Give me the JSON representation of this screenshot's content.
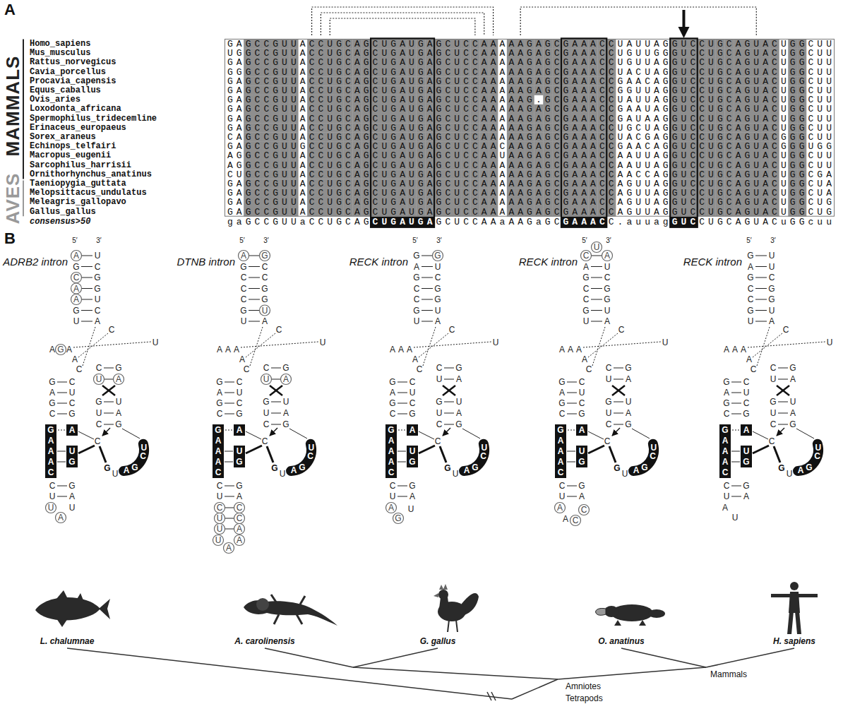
{
  "diagram": {
    "labels": [
      "A",
      "MAMMALS",
      "AVES",
      "Homo_sapiens",
      "GAGCCGUUACCUGCAGCUGAUGAGCUCCAAAAAGAGCGAAACCUAUUAGGUCCUGCAGUACUGGCUU",
      "Mus_musculus",
      "UGGCCGUUACCUGCAGCUGAUGAGCUCCAAAAAGAGCGAAACCUGUUGGGUCCUGCAGUACUGGCUU",
      "Rattus_norvegicus",
      "GAGCCGUUACCUGCAGCUGAUGAGCUCCAAAAAGAGCGAAACCUGUUAGGUCCUGCAGUACUGGCUU",
      "Cavia_porcellus",
      "GGGCCGUUACCUGCAGCUGAUGAGCUCCAAAAAGAGCGAAACCUACUAGGUCCUGCAGUACUGGCUU",
      "Procavia_capensis",
      "GAGCCGUUACCUGCAGCUGAUGAGCUCCAAAAAGAGCGAAACCGAACAGGUCCUGCAGUACUGGCUU",
      "Equus_caballus",
      "GAGCCGUUACCUGCAGCUGAUGAGCUCCAAAAAGAGCGAAACCGGUUAGGUCCUGCAGUACUGGCUU",
      "Ovis_aries",
      "GAGCCGUUACCUGCAGCUGAUGAGCUCCAAAAAG.GCGAAACCUAUUAGGUCCUGCAGUACUGGCUU",
      "Loxodonta_africana",
      "GAGCCGUUACCUGCAGCUGAUGAGCUCCAAAAAGAGCGAAACCGAAUAGGUCCUGCAGUACUGGCUU",
      "Spermophilus_tridecemline",
      "GAGCCGUUACCUGCAGCUGAUGAGCUCCAAAAAGAGCGAAACCGAUAAGGUCCUGCAGUACUGGCUU",
      "Erinaceus_europaeus",
      "GAGCCGUUACCUGCAGCUGAUGAGCUCCAAAAAGAGCGAAACCUGCUAGGUCCUGCAGUACUGGCUU",
      "Sorex_araneus",
      "CAGCCGUUACCUGCAGCUGAUGAGCUCCAAAAAGAGCGAAACCUACGAGGUCCUGCAGUACGGGCUU",
      "Echinops_telfairi",
      "GAGCCGUUGCCUGCAGCUGAUGAGCUCCAACAAGAGCGAAACCGAACAGGUCCUGCAGUACGGGUGG",
      "Macropus_eugenii",
      "AGGCCGUUACCUGCAGCUGAUGAGCUCCAAUAAGAGCGAAACCAAUUAGGUCCUGCAGUACUGGCUU",
      "Sarcophilus_harrisii",
      "AGGCCGUUACCUGCAGCUGAUGAGCUCCAAAAAGAGCGAAACCAAUUAGGUCCUGCAGUACUGGCUU",
      "Ornithorhynchus_anatinus",
      "CUGCCGUUACCUGCAGCUGAUGAGCUCCAAAAAGAGCGAAACCAACCAGGUCCUGCAGUACUGGCGA",
      "Taeniopygia_guttata",
      "GAGCCGUUACCUGCAGCUGAUGAGCUCCAAAAAGAGCGAAACCAGUUAGGUCCUGCAGUACUGGCUA",
      "Melopsittacus_undulatus",
      "GAGCCGUUACCUGCAGCUGAUGAGCUCCAAAAAGAGCGAAACCAGUUAGGUCCUGCAGUACUGGCUA",
      "Meleagris_gallopavo",
      "GAGCCGUUACCUGCAGCUGAUGAGCUCCAAAAAGAGCGAAACCAGUUAGGUCCUGCAGUACUGGCUG",
      "Gallus_gallus",
      "GAGCCGUUACCUGCAGCUGAUGAGCUCCAAAAAGAGCGAAACCAGUUAGGUCCUGCAGUACUGGCUG",
      "consensus>50",
      "gaGCCGUUaCCUGCAG",
      "CUGAUGA",
      "GCUCCAAaAAGaGC",
      "GAAAC",
      "C.auuag",
      "GUC",
      "CUGCAGUACuGGcuu",
      "B",
      "ADRB2 intron",
      "5′",
      "3′",
      "A",
      "U",
      "G",
      "C",
      "C",
      "G",
      "A",
      "G",
      "A",
      "U",
      "G",
      "C",
      "U",
      "A",
      "C",
      "U",
      "A",
      "G",
      "A",
      "A",
      "C",
      "C",
      "G",
      "U",
      "A",
      "G",
      "U",
      "U",
      "A",
      "C",
      "G",
      "G",
      "C",
      "A",
      "U",
      "G",
      "C",
      "C",
      "G",
      "C",
      "G",
      "A",
      "A",
      "A",
      "C",
      "A",
      "U",
      "G",
      "C",
      "G",
      "U",
      "A",
      "U",
      "A",
      "U",
      "G",
      "U",
      "A",
      "G",
      "C",
      "U",
      "DTNB intron",
      "5′",
      "3′",
      "A",
      "G",
      "G",
      "C",
      "C",
      "C",
      "C",
      "G",
      "C",
      "G",
      "G",
      "U",
      "U",
      "A",
      "C",
      "U",
      "A",
      "A",
      "A",
      "A",
      "C",
      "C",
      "G",
      "U",
      "A",
      "G",
      "U",
      "U",
      "A",
      "C",
      "G",
      "G",
      "C",
      "A",
      "U",
      "G",
      "C",
      "C",
      "G",
      "C",
      "G",
      "A",
      "A",
      "A",
      "C",
      "A",
      "U",
      "G",
      "C",
      "G",
      "U",
      "A",
      "C",
      "C",
      "U",
      "C",
      "U",
      "A",
      "U",
      "A",
      "A",
      "G",
      "U",
      "A",
      "G",
      "C",
      "U",
      "RECK intron",
      "5′",
      "3′",
      "G",
      "G",
      "A",
      "U",
      "G",
      "C",
      "C",
      "G",
      "C",
      "G",
      "G",
      "U",
      "U",
      "A",
      "C",
      "U",
      "A",
      "A",
      "A",
      "A",
      "C",
      "C",
      "G",
      "U",
      "A",
      "G",
      "U",
      "U",
      "A",
      "C",
      "G",
      "G",
      "C",
      "A",
      "U",
      "G",
      "C",
      "C",
      "G",
      "C",
      "G",
      "A",
      "A",
      "A",
      "C",
      "A",
      "U",
      "G",
      "C",
      "G",
      "U",
      "A",
      "A",
      "G",
      "U",
      "G",
      "U",
      "A",
      "G",
      "C",
      "U",
      "RECK intron",
      "5′",
      "3′",
      "C",
      "A",
      "A",
      "U",
      "G",
      "C",
      "C",
      "G",
      "C",
      "G",
      "G",
      "U",
      "U",
      "A",
      "C",
      "U",
      "A",
      "A",
      "A",
      "A",
      "C",
      "C",
      "G",
      "U",
      "A",
      "G",
      "U",
      "U",
      "A",
      "C",
      "G",
      "G",
      "C",
      "A",
      "U",
      "G",
      "C",
      "C",
      "G",
      "C",
      "G",
      "A",
      "A",
      "A",
      "C",
      "A",
      "U",
      "G",
      "C",
      "G",
      "U",
      "A",
      "A",
      "A",
      "C",
      "C",
      "G",
      "U",
      "A",
      "G",
      "C",
      "U",
      "U",
      "RECK intron",
      "5′",
      "3′",
      "G",
      "U",
      "A",
      "U",
      "G",
      "C",
      "C",
      "G",
      "C",
      "G",
      "G",
      "U",
      "U",
      "A",
      "C",
      "U",
      "A",
      "A",
      "A",
      "A",
      "C",
      "C",
      "G",
      "U",
      "A",
      "G",
      "U",
      "U",
      "A",
      "C",
      "G",
      "G",
      "C",
      "A",
      "U",
      "G",
      "C",
      "C",
      "G",
      "C",
      "G",
      "A",
      "A",
      "A",
      "C",
      "A",
      "U",
      "G",
      "C",
      "G",
      "U",
      "A",
      "A",
      "U",
      "G",
      "U",
      "A",
      "G",
      "C",
      "U",
      "L. chalumnae",
      "A. carolinensis",
      "G. gallus",
      "O. anatinus",
      "H. sapiens",
      "Mammals",
      "Amniotes",
      "Tetrapods"
    ]
  }
}
